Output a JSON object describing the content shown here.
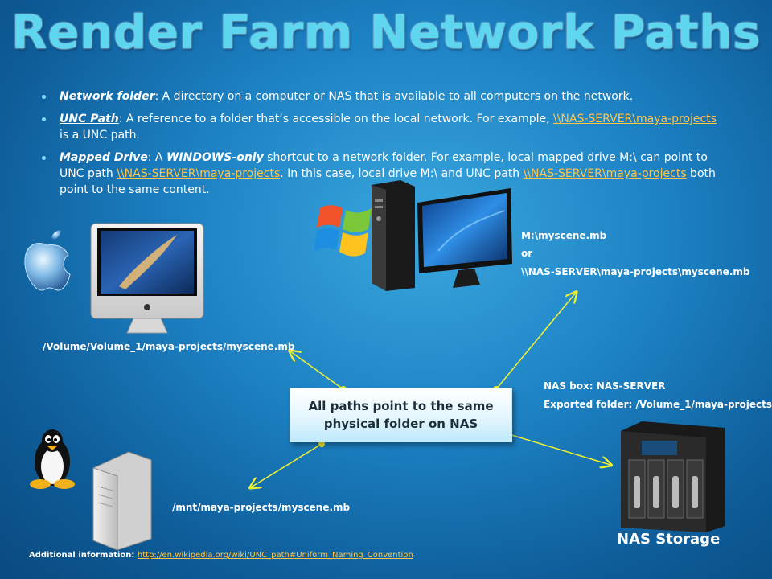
{
  "title": "Render Farm Network Paths",
  "bullets": [
    {
      "term": "Network folder",
      "text": ": A directory on a computer or NAS that is available to all computers on the network."
    },
    {
      "term": "UNC Path",
      "text_before": ": A reference to a folder that’s accessible on the local network. For example, ",
      "link": "\\\\NAS-SERVER\\maya-projects",
      "text_after": " is a UNC path."
    },
    {
      "term": "Mapped Drive",
      "text_1": ": A ",
      "emph": "WINDOWS-only",
      "text_2": " shortcut to a network folder. For example, local mapped drive M:\\ can point to UNC path ",
      "link_1": "\\\\NAS-SERVER\\maya-projects",
      "text_3": ". In this case, local drive M:\\ and UNC path ",
      "link_2": "\\\\NAS-SERVER\\maya-projects",
      "text_4": " both point to the same content."
    }
  ],
  "windows_paths": {
    "line1": "M:\\myscene.mb",
    "line2": "or",
    "line3": "\\\\NAS-SERVER\\maya-projects\\myscene.mb"
  },
  "mac_path": "/Volume/Volume_1/maya-projects/myscene.mb",
  "linux_path": "/mnt/maya-projects/myscene.mb",
  "center_box": "All paths point to the same physical folder on NAS",
  "nas_info": {
    "box": "NAS box: NAS-SERVER",
    "folder": "Exported folder: /Volume_1/maya-projects"
  },
  "nas_label": "NAS Storage",
  "footer": {
    "label": "Additional information: ",
    "link": "http://en.wikipedia.org/wiki/UNC_path#Uniform_Naming_Convention"
  },
  "icons": [
    "apple-logo-icon",
    "imac-icon",
    "windows-logo-icon",
    "pc-tower-icon",
    "monitor-icon",
    "linux-tux-icon",
    "server-icon",
    "nas-device-icon"
  ],
  "colors": {
    "title": "#5ed6f0",
    "link": "#ffc44a",
    "arrow": "#f2f230",
    "background": "#1d82c4"
  }
}
